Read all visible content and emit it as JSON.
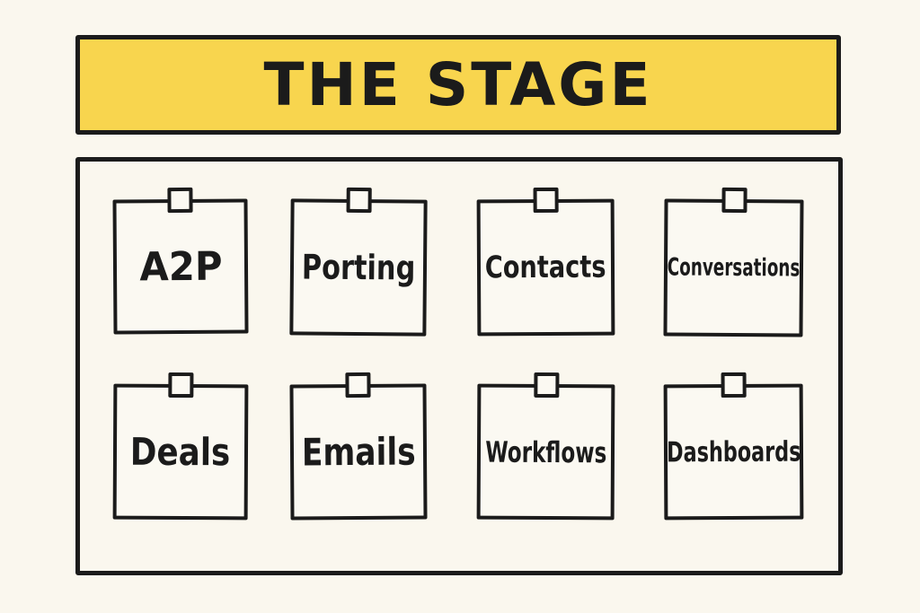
{
  "stage": {
    "title": "THE STAGE"
  },
  "notes": [
    {
      "label": "A2P"
    },
    {
      "label": "Porting"
    },
    {
      "label": "Contacts"
    },
    {
      "label": "Conversations"
    },
    {
      "label": "Deals"
    },
    {
      "label": "Emails"
    },
    {
      "label": "Workflows"
    },
    {
      "label": "Dashboards"
    }
  ],
  "colors": {
    "banner": "#f8d54e",
    "ink": "#1b1b1b",
    "paper": "#faf7ee"
  }
}
